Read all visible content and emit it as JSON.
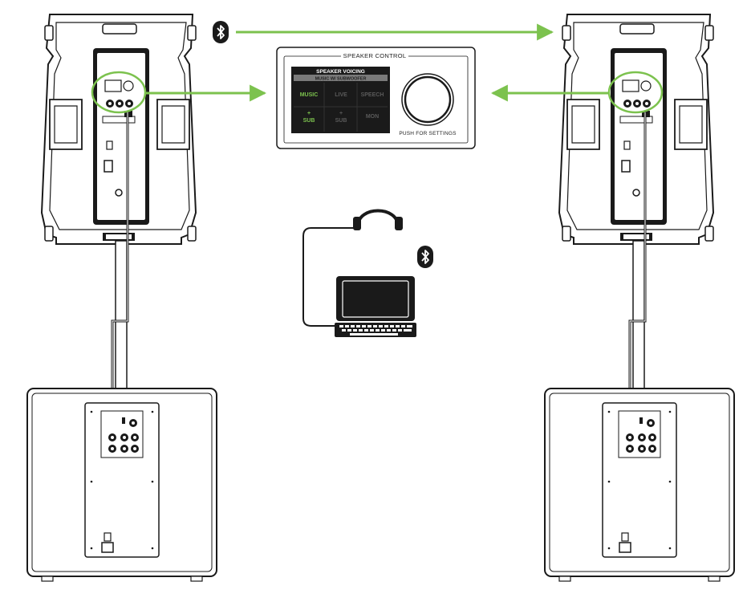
{
  "colors": {
    "accent_green": "#7cc24e",
    "line": "#1a1a1a",
    "screen_bg": "#1a1a1a",
    "tile_inactive_text": "#5a5a5a"
  },
  "icons": {
    "bluetooth_top": "bluetooth-icon",
    "bluetooth_laptop": "bluetooth-icon",
    "headphones": "headphones-icon",
    "laptop": "laptop-icon"
  },
  "speaker_control": {
    "title": "SPEAKER CONTROL",
    "screen_header": "SPEAKER VOICING",
    "screen_subheader": "MUSIC W/ SUBWOOFER",
    "tiles": [
      {
        "label": "MUSIC",
        "prefix": "",
        "active": true
      },
      {
        "label": "LIVE",
        "prefix": "",
        "active": false
      },
      {
        "label": "SPEECH",
        "prefix": "",
        "active": false
      },
      {
        "label": "SUB",
        "prefix": "+",
        "active": true
      },
      {
        "label": "SUB",
        "prefix": "+",
        "active": false
      },
      {
        "label": "MON",
        "prefix": "",
        "active": false
      }
    ],
    "knob_caption": "PUSH FOR SETTINGS"
  }
}
